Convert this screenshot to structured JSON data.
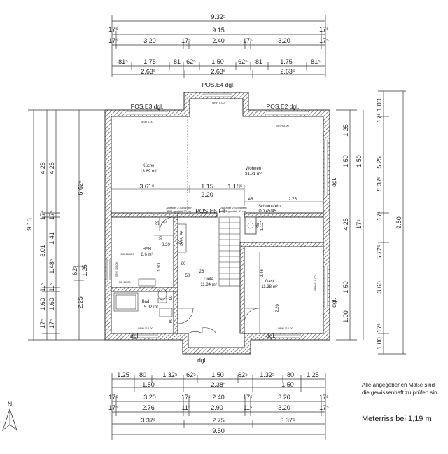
{
  "top_dims": {
    "row1": [
      "9.32⁵"
    ],
    "row2": [
      "17⁵",
      "9.15",
      "17⁵"
    ],
    "row3": [
      "17⁵",
      "3.20",
      "17⁵",
      "2.40",
      "17⁵",
      "3.20",
      "17⁵"
    ],
    "row4": [
      "81⁵",
      "1.75",
      "81",
      "62⁵",
      "1.50",
      "62⁵",
      "81",
      "1.75",
      "81⁵"
    ],
    "row5": [
      "2.63⁵",
      "2.63⁵",
      "2.63⁵"
    ]
  },
  "bottom_dims": {
    "row1": [
      "1.25",
      "80",
      "1.32⁵",
      "62⁵",
      "1.50",
      "62⁵",
      "1.32⁵",
      "80",
      "1.25"
    ],
    "row2": [
      "1.50",
      "2.38⁵",
      "1.50"
    ],
    "row3": [
      "17⁵",
      "3.20",
      "17⁵",
      "2.40",
      "17⁵",
      "3.20",
      "17⁵"
    ],
    "row4": [
      "17⁵",
      "2.76",
      "11⁵",
      "2.90",
      "11⁵",
      "3.20",
      "17⁵"
    ],
    "row5": [
      "3.37⁵",
      "2.75",
      "3.37⁵"
    ],
    "row6": [
      "9.50"
    ]
  },
  "left_dims": {
    "col1": [
      "9.15"
    ],
    "col2": [
      "4.25",
      "17⁵",
      "3.01",
      "11⁵",
      "1.60",
      "17⁵"
    ],
    "col3": [
      "4.25",
      "17⁵",
      "1.41",
      "1.48⁵",
      "11⁵",
      "1.60",
      "17⁵"
    ],
    "col4": [
      "6.62⁵",
      "62⁵",
      "1.25",
      "2.25"
    ]
  },
  "right_dims": {
    "col1": [
      "1.25",
      "1.50",
      "4.25",
      "1.50",
      "1.00"
    ],
    "col2": [
      "1.50",
      "17⁵"
    ],
    "col3": [
      "1.00",
      "17⁵",
      "5.25",
      "5.37⁵",
      "17⁵",
      "5.72⁵",
      "3.60",
      "17⁵",
      "1.00"
    ],
    "col4": [
      "9.50"
    ]
  },
  "positions": {
    "e4": "POS.E4 dgl.",
    "e3": "POS.E3 dgl.",
    "e2": "POS.E2 dgl.",
    "e5": "POS.E5 FT"
  },
  "rooms": [
    {
      "name": "Küche",
      "area": "13.89 m²"
    },
    {
      "name": "Wohnen",
      "area": "31.71 m²"
    },
    {
      "name": "HAR",
      "area": "8.6 m²"
    },
    {
      "name": "Diele",
      "area": "11.84 m²"
    },
    {
      "name": "Gast",
      "area": "11.38 m²"
    },
    {
      "name": "Bad",
      "area": "5.02 m²"
    }
  ],
  "interior": {
    "d361": "3.61⁵",
    "d115": "1.15",
    "d118": "1.18⁵",
    "d220a": "2.20",
    "d45": "45",
    "d275": "2.75",
    "d220b": "2.20",
    "d160": "1.60",
    "d246": "2.46",
    "d220c": "2.20",
    "d112": "1.12⁵",
    "d90a": "90",
    "d44": "44",
    "d39": "39",
    "d60": "60",
    "d90b": "90",
    "d90c": "90",
    "d45b": "45",
    "d90d": "90",
    "d50": "50",
    "d26": "26",
    "schornstein": "Schornstein",
    "schornstein_dim": "DD 45/45",
    "pos_e6": "POS.E6"
  },
  "small_notes": {
    "brh_top": "BRH 0.00",
    "brh_kueche": "BRH 0.00",
    "brh_wohnen": "BRH 0.00",
    "aufl1a": "Auflager 2-Schichten",
    "aufl1b": "PP8 gewählt 30 cm",
    "aufl2a": "Auflager 2-Schichten",
    "aufl2b": "PP8 gewählt 30 cm",
    "dd": "DD 16/020",
    "brh_gast": "BRH 110.00",
    "brh_bad": "BRH 110.00",
    "brh_har": "BRH 110.00",
    "vd_har": "OD 20/00",
    "brh_gast_w": "BRH 110.00"
  },
  "dgl": {
    "bl": "dgl.",
    "bc": "dgl.",
    "br": "dgl.",
    "r1": "dgl.",
    "r2": "dgl."
  },
  "north": "N",
  "note_line1": "Alle angegebenen Maße sind",
  "note_line2": "die gewissenhaft zu prüfen sin",
  "caption": "Meterriss bei 1,19 m"
}
